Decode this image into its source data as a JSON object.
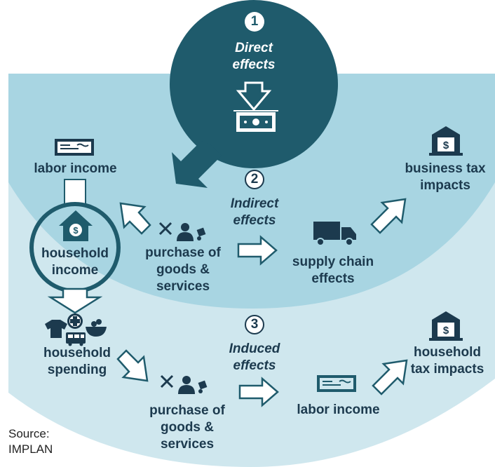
{
  "stages": {
    "direct": {
      "number": "1",
      "title_line1": "Direct",
      "title_line2": "effects"
    },
    "indirect": {
      "number": "2",
      "title_line1": "Indirect",
      "title_line2": "effects"
    },
    "induced": {
      "number": "3",
      "title_line1": "Induced",
      "title_line2": "effects"
    }
  },
  "labels": {
    "labor_income_top": "labor income",
    "household_income_line1": "household",
    "household_income_line2": "income",
    "purchase_top_line1": "purchase of",
    "purchase_top_line2": "goods &",
    "purchase_top_line3": "services",
    "supply_chain_line1": "supply chain",
    "supply_chain_line2": "effects",
    "business_tax_line1": "business tax",
    "business_tax_line2": "impacts",
    "household_spending_line1": "household",
    "household_spending_line2": "spending",
    "purchase_bottom_line1": "purchase of",
    "purchase_bottom_line2": "goods &",
    "purchase_bottom_line3": "services",
    "labor_income_bottom": "labor income",
    "household_tax_line1": "household",
    "household_tax_line2": "tax impacts"
  },
  "source": {
    "line1": "Source:",
    "line2": "IMPLAN"
  },
  "colors": {
    "outer_band": "#a8d5e2",
    "inner_band": "#cfe7ee",
    "dark_teal": "#1f5b6c",
    "navy": "#1c3a4e",
    "arrow_fill": "#ffffff"
  },
  "icons": [
    "money-drop-icon",
    "check-icon",
    "house-dollar-icon",
    "tools-worker-icon",
    "truck-icon",
    "bank-icon",
    "shirt-icon",
    "medical-cross-icon",
    "food-bowl-icon",
    "bus-icon"
  ]
}
